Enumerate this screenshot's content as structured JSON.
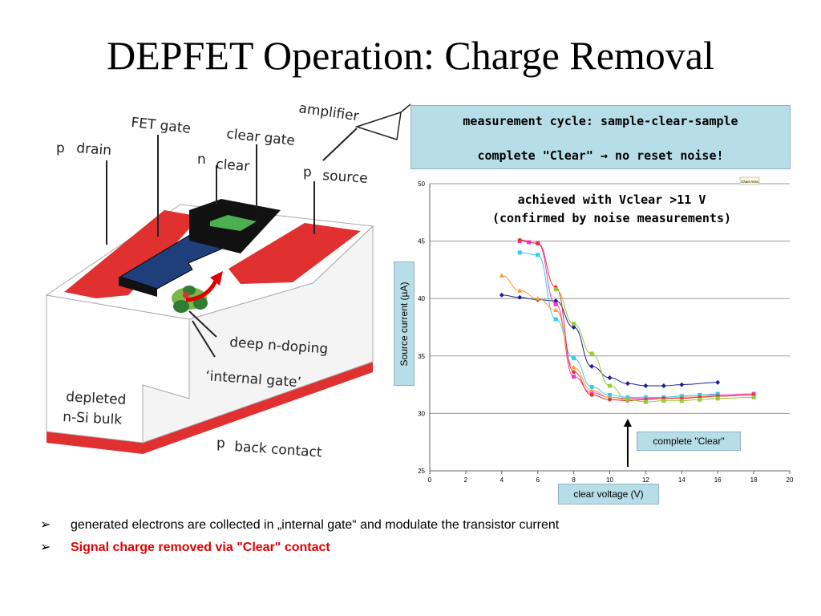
{
  "slide": {
    "title": "DEPFET Operation: Charge Removal"
  },
  "diagram": {
    "labels": {
      "amplifier": "amplifier",
      "fet_gate": "FET gate",
      "p_drain": "p",
      "drain": "drain",
      "clear_gate": "clear gate",
      "n_clear": "n",
      "clear": "clear",
      "p_source": "p",
      "source": "source",
      "deep_n_doping": "deep n-doping",
      "internal_gate": "‘internal gate’",
      "depleted": "depleted",
      "n_si_bulk": "n-Si bulk",
      "p_back": "p",
      "back_contact": "back contact"
    }
  },
  "measurement_box": {
    "line1": "measurement cycle: sample-clear-sample",
    "line2": "complete \"Clear\" → no reset noise!"
  },
  "chart_note": {
    "line1": "achieved with Vclear >11 V",
    "line2": "(confirmed by noise measurements)"
  },
  "chart_tag": "Chart Area",
  "annotation_clear": "complete \"Clear\"",
  "chart_data": {
    "type": "line",
    "xlabel": "clear voltage (V)",
    "ylabel": "Source current (µA)",
    "xlim": [
      0,
      20
    ],
    "ylim": [
      25,
      50
    ],
    "xticks": [
      0,
      2,
      4,
      6,
      8,
      10,
      12,
      14,
      16,
      18,
      20
    ],
    "yticks": [
      25,
      30,
      35,
      40,
      45,
      50
    ],
    "grid": "horizontal",
    "series": [
      {
        "color": "#1f1f8f",
        "marker": "diamond",
        "x": [
          4,
          5,
          6,
          7,
          8,
          9,
          10,
          11,
          12,
          13,
          14,
          16
        ],
        "y": [
          40.3,
          40.1,
          39.9,
          39.8,
          37.5,
          34.1,
          33.1,
          32.6,
          32.4,
          32.4,
          32.5,
          32.7
        ]
      },
      {
        "color": "#ff33cc",
        "marker": "square",
        "x": [
          5,
          5.5,
          6,
          7,
          8,
          9,
          10,
          11,
          12,
          13,
          14,
          15,
          16,
          18
        ],
        "y": [
          45.0,
          44.9,
          44.8,
          39.5,
          33.2,
          31.8,
          31.4,
          31.3,
          31.3,
          31.4,
          31.5,
          31.6,
          31.6,
          31.7
        ]
      },
      {
        "color": "#33ccee",
        "marker": "square",
        "x": [
          5,
          6,
          7,
          8,
          9,
          10,
          11,
          12,
          13,
          14,
          15,
          16
        ],
        "y": [
          44.0,
          43.8,
          38.2,
          34.8,
          32.3,
          31.6,
          31.4,
          31.4,
          31.4,
          31.5,
          31.6,
          31.7
        ]
      },
      {
        "color": "#ff9933",
        "marker": "triangle",
        "x": [
          4,
          5,
          6,
          7,
          8,
          9,
          10,
          11,
          12,
          13,
          14,
          16,
          18
        ],
        "y": [
          42.0,
          40.7,
          40.0,
          39.0,
          34.0,
          32.0,
          31.4,
          31.2,
          31.2,
          31.3,
          31.4,
          31.5,
          31.6
        ]
      },
      {
        "color": "#e03030",
        "marker": "circle",
        "x": [
          5,
          6,
          7,
          8,
          9,
          10,
          11,
          12,
          13,
          14,
          15,
          16,
          18
        ],
        "y": [
          45.1,
          44.8,
          41.0,
          33.6,
          31.6,
          31.2,
          31.1,
          31.2,
          31.3,
          31.3,
          31.4,
          31.5,
          31.6
        ]
      },
      {
        "color": "#99cc33",
        "marker": "square",
        "x": [
          7,
          8,
          9,
          10,
          11,
          12,
          13,
          14,
          15,
          16,
          18
        ],
        "y": [
          40.8,
          37.8,
          35.2,
          32.4,
          31.2,
          31.0,
          31.1,
          31.1,
          31.2,
          31.3,
          31.4
        ]
      }
    ]
  },
  "bullets": [
    {
      "mark": "➢",
      "text": "generated electrons are collected in „internal gate“ and modulate the transistor current"
    },
    {
      "mark": "➢",
      "text": "Signal charge removed via \"Clear\" contact"
    }
  ]
}
